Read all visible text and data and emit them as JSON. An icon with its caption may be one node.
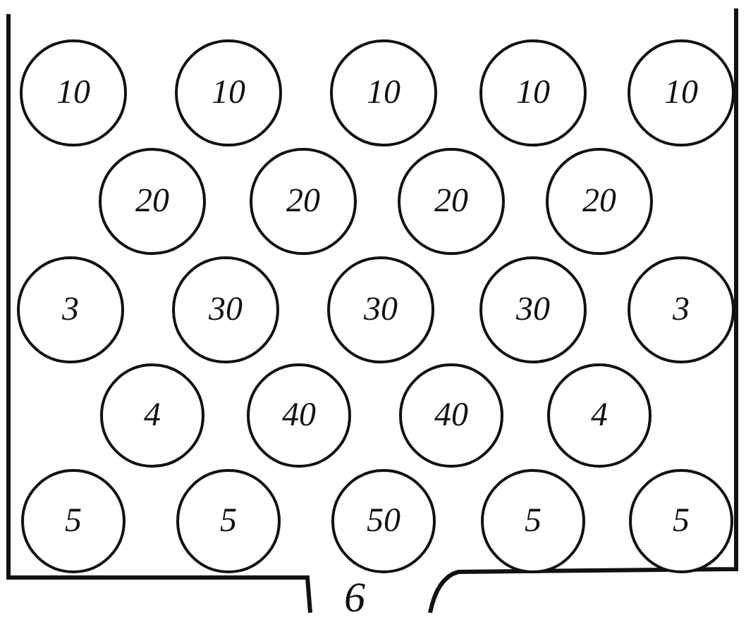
{
  "diagram": {
    "nodes": [
      {
        "text": [
          "10"
        ]
      },
      {
        "text": [
          "10"
        ]
      },
      {
        "text": [
          "10"
        ]
      },
      {
        "text": [
          "10"
        ]
      },
      {
        "text": [
          "10"
        ]
      },
      {
        "text": [
          "20"
        ]
      },
      {
        "text": [
          "20"
        ]
      },
      {
        "text": [
          "20"
        ]
      },
      {
        "text": [
          "20"
        ]
      },
      {
        "text": [
          "3"
        ]
      },
      {
        "text": [
          "30"
        ]
      },
      {
        "text": [
          "30"
        ]
      },
      {
        "text": [
          "30"
        ]
      },
      {
        "text": [
          "3"
        ]
      },
      {
        "text": [
          "4"
        ]
      },
      {
        "text": [
          "40"
        ]
      },
      {
        "text": [
          "40"
        ]
      },
      {
        "text": [
          "4"
        ]
      },
      {
        "text": [
          "5"
        ]
      },
      {
        "text": [
          "5"
        ]
      },
      {
        "text": [
          "50"
        ]
      },
      {
        "text": [
          "5"
        ]
      },
      {
        "text": [
          "5"
        ]
      }
    ],
    "labels": [
      "6"
    ]
  }
}
